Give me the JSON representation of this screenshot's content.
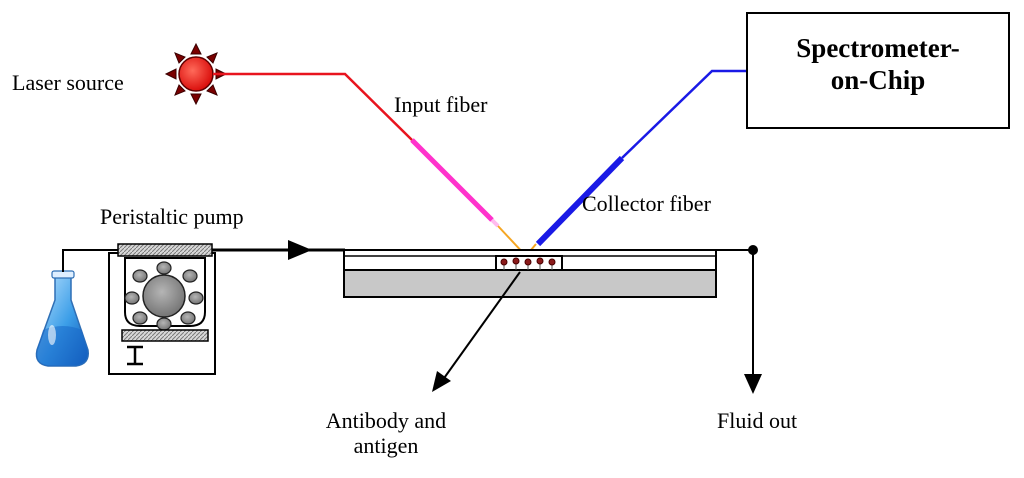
{
  "labels": {
    "laser_source": "Laser source",
    "input_fiber": "Input fiber",
    "collector_fiber": "Collector fiber",
    "peristaltic_pump": "Peristaltic pump",
    "antibody_line1": "Antibody and",
    "antibody_line2": "antigen",
    "fluid_out": "Fluid out",
    "spectrometer_line1": "Spectrometer-",
    "spectrometer_line2": "on-Chip"
  },
  "colors": {
    "laser_fill": "#ff0000",
    "laser_rays": "#3a0000",
    "input_fiber": "#e8141e",
    "input_fiber_tip": "#ff33cc",
    "collector_fiber": "#1a1ae6",
    "optical_path": "#f5a623",
    "chip_base": "#c8c8c8",
    "flask_liquid": "#3c9ee8"
  }
}
